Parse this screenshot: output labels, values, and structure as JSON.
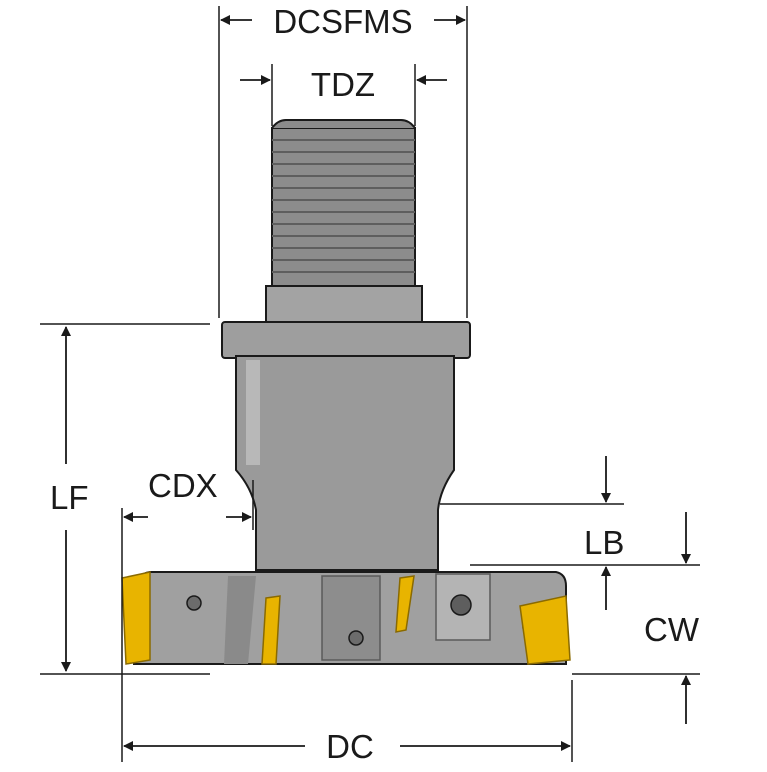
{
  "labels": {
    "dcsfms": "DCSFMS",
    "tdz": "TDZ",
    "lf": "LF",
    "cdx": "CDX",
    "lb": "LB",
    "cw": "CW",
    "dc": "DC"
  },
  "colors": {
    "line": "#1a1a1a",
    "body": "#9a9a9a",
    "body_dark": "#7d7d7d",
    "body_light": "#b8b8b8",
    "insert": "#e8b400",
    "insert_dark": "#b88a00"
  }
}
